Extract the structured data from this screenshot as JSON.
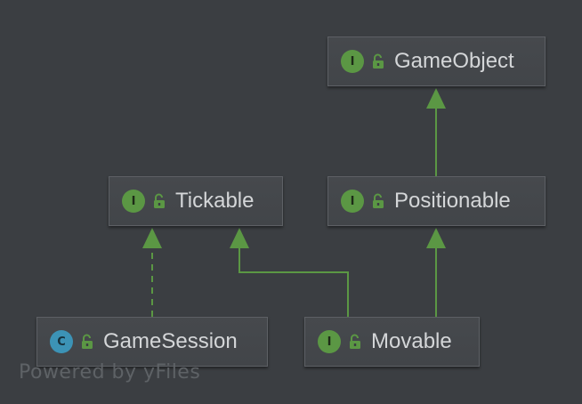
{
  "colors": {
    "background": "#3b3e42",
    "node_fill": "#45484c",
    "node_border": "#5d6065",
    "edge": "#5b9744",
    "interface_badge": "#5b9744",
    "class_badge": "#3c93b6",
    "label_text": "#d4d6d8",
    "watermark_text": "#5e6266"
  },
  "nodes": {
    "gameobject": {
      "kind_letter": "I",
      "kind": "interface",
      "access_icon": "public-unlock-icon",
      "label": "GameObject"
    },
    "tickable": {
      "kind_letter": "I",
      "kind": "interface",
      "access_icon": "public-unlock-icon",
      "label": "Tickable"
    },
    "positionable": {
      "kind_letter": "I",
      "kind": "interface",
      "access_icon": "public-unlock-icon",
      "label": "Positionable"
    },
    "gamesession": {
      "kind_letter": "C",
      "kind": "class",
      "access_icon": "public-unlock-icon",
      "label": "GameSession"
    },
    "movable": {
      "kind_letter": "I",
      "kind": "interface",
      "access_icon": "public-unlock-icon",
      "label": "Movable"
    }
  },
  "edges": [
    {
      "from": "Positionable",
      "to": "GameObject",
      "relation": "extends",
      "style": "solid"
    },
    {
      "from": "Movable",
      "to": "Positionable",
      "relation": "extends",
      "style": "solid"
    },
    {
      "from": "Movable",
      "to": "Tickable",
      "relation": "extends",
      "style": "solid"
    },
    {
      "from": "GameSession",
      "to": "Tickable",
      "relation": "implements",
      "style": "dashed"
    }
  ],
  "watermark": "Powered by yFiles"
}
